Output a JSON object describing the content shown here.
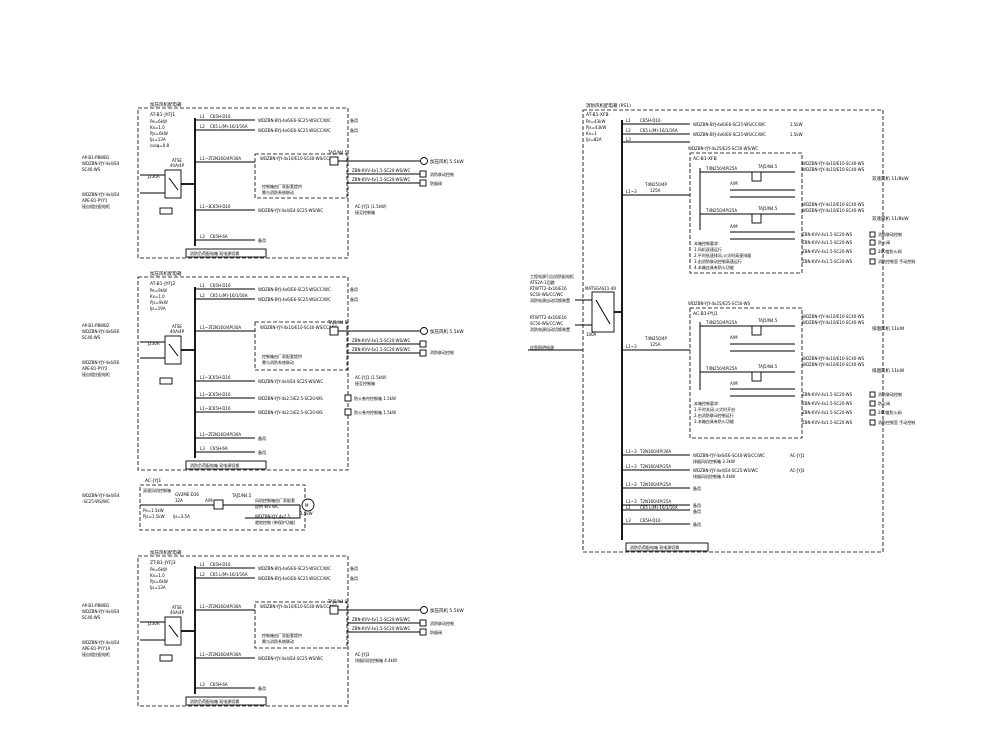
{
  "board1": {
    "title": "加压风机配电箱",
    "panel_id": "AT-B1-JYFJ1",
    "params": [
      "Pe=6kW",
      "Kx=1.0",
      "Pjs=6kW",
      "Ijs=13A",
      "cosφ=0.8"
    ],
    "feeder1": [
      "AP-B1-PBWB1",
      "WDZBN-YJY-4x4/E4",
      "SC40-WS"
    ],
    "feeder2": [
      "WDZBN-YJY-4x4/E4",
      "APE-B1-PYY1",
      "接自相应配电柜"
    ],
    "atse": "ATSE",
    "ats_label": "40A/4P",
    "phases": [
      "L1",
      "L2",
      "L1~3",
      "L1~3",
      "L3"
    ],
    "breakers": [
      "C65H-D16",
      "C65 L(M)-16/1/16A",
      "T2N160/4P/30A",
      "C65H-D16",
      "C65H-6A"
    ],
    "cables": [
      "WDZBN-BYJ-4x6/E6-SC25-WS/CC/WC",
      "WDZBN-BYJ-4x6/E6-SC25-WS/CC/WC",
      "WDZBN-YJY-4x10/E10-SC40-WS/CC/WC",
      "WDZBN-YJY-4x4/E4-SC25-WS/WC",
      ""
    ],
    "fan": "加压风机 5.5kW",
    "ctrl_a": "ZBN-KVV-4x1.5-SC20-WS/WC",
    "ctrl_b": "ZBN-KVV-4x1.5-SC20-WS/WC",
    "ctrl_a_dest": "消防联动控制",
    "ctrl_b_dest": "防烟阀",
    "remote_box": "AC-JYJ1 (1.5kW)",
    "remote_note": "接至控制箱",
    "spare": "备用",
    "footer": "消防负荷配电箱 双电源切换",
    "ctl_note": [
      "控制箱由厂家配套提供",
      "需与消防系统联动"
    ],
    "isolator": "J230A",
    "breaker_link": "TAJ5/N4.5"
  },
  "board2": {
    "title": "加压风机配电箱",
    "panel_id": "AT-B1-JYFJ2",
    "params": [
      "Pe=9kW",
      "Kx=1.0",
      "Pjs=9kW",
      "Ijs=19A"
    ],
    "feeder1": [
      "AP-B1-PBWB2",
      "WDZBN-YJY-4x6/E6",
      "SC40-WS"
    ],
    "feeder2": [
      "WDZBN-YJY-4x6/E6",
      "APE-B1-PYY2",
      "接自相应配电柜"
    ],
    "atse": "ATSE",
    "ats_label": "40A/4P",
    "phases": [
      "L1",
      "L2",
      "L1~3",
      "L1~3",
      "L1~3",
      "L1~3",
      "L1~3",
      "L3"
    ],
    "breakers": [
      "C65H-D16",
      "C65 L(M)-16/1/16A",
      "T2N160/4P/30A",
      "C65H-D16",
      "C65H-D16",
      "C65H-D16",
      "T2N160/4P/30A",
      "C65H-6A"
    ],
    "cables": [
      "WDZBN-BYJ-4x6/E6-SC25-WS/CC/WC",
      "WDZBN-BYJ-4x6/E6-SC25-WS/CC/WC",
      "WDZBN-YJY-4x10/E10-SC40-WS/CC/WC",
      "WDZBN-YJY-4x4/E4-SC25-WS/WC",
      "WDZBN-YJY-4x2.5/E2.5-SC20-WS",
      "",
      "",
      ""
    ],
    "fan": "加压风机 5.5kW",
    "ctrl_a": "ZBN-KVV-4x1.5-SC20-WS/WC",
    "ctrl_b": "ZBN-KVV-4x1.5-SC20-WS/WC",
    "ctrl_a_dest": "消防联动控制",
    "remote_box": "AC-JYJ1 (1.5kW)",
    "remote_note": "接至控制箱",
    "small_loads": [
      "防火卷帘控制箱 1.5kW",
      "防火卷帘控制箱 1.5kW"
    ],
    "spare": "备用",
    "footer": "消防负荷配电箱 双电源切换",
    "ctl_note": [
      "控制箱由厂家配套提供",
      "需与消防系统联动"
    ],
    "isolator": "J230A",
    "breaker_link": "TAJ5/N4.5"
  },
  "ctrlbox": {
    "id": "AC-JYJ1",
    "title": "双速风机控制箱",
    "breaker": "GV2ME-D16",
    "rating": "32A",
    "params": [
      "Pe=1.5kW",
      "Pjs=1.5kW",
      "Ijs=3.5A"
    ],
    "feed": [
      "WDZBN-YJY-4x4/E4",
      "-SC25-WS/WC"
    ],
    "am": "A/M",
    "contactor": "TAJ5/N4.5",
    "motor": "1.5kW",
    "motor_tag": "M",
    "out_note": [
      "风机控制箱由厂家配套",
      "提供 WS WC"
    ],
    "out_cable": "WDZBN-YJY 4x2.5",
    "out_note2": "就地控制 (带保护功能)"
  },
  "board3": {
    "title": "加压风机配电箱",
    "panel_id": "ZT-B1-JYFJ3",
    "params": [
      "Pe=6kW",
      "Kx=1.0",
      "Pjs=6kW",
      "Ijs=13A"
    ],
    "feeder1": [
      "AP-B1-PBWB1",
      "WDZBN-YJY-4x4/E4",
      "SC40-WS"
    ],
    "feeder2": [
      "WDZBN-YJY-4x4/E4",
      "APE-B1-PYY1A",
      "接自相应配电柜"
    ],
    "atse": "ATSE",
    "ats_label": "40A/4P",
    "phases": [
      "L1",
      "L2",
      "L1~3",
      "L1~3",
      "L3"
    ],
    "breakers": [
      "C65H-D16",
      "C65 L(M)-16/1/16A",
      "T2N160/4P/30A",
      "T2N160/4P/30A",
      "C65H-6A"
    ],
    "cables": [
      "WDZBN-BYJ-4x6/E6-SC25-WS/CC/WC",
      "WDZBN-BYJ-4x6/E6-SC25-WS/CC/WC",
      "WDZBN-YJY-4x10/E10-SC40-WS/CC/WC",
      "WDZBN-YJY-4x4/E4-SC25-WS/WC",
      ""
    ],
    "fan": "加压风机 5.5kW",
    "ctrl_a": "ZBN-KVV-4x1.5-SC20-WS/WC",
    "ctrl_b": "ZBN-KVV-4x1.5-SC20-WS/WC",
    "ctrl_a_dest": "消防联动控制",
    "ctrl_b_dest": "防烟阀",
    "remote_box": "AC-JYJ3",
    "remote_note": "排烟风机控制箱 4.4kW",
    "spare": "备用",
    "footer": "消防负荷配电箱 双电源切换",
    "ctl_note": [
      "控制箱由厂家配套提供",
      "需与消防系统联动"
    ],
    "isolator": "J230A",
    "breaker_link": "TAJ5/N4.5"
  },
  "board4": {
    "title": "消防风机配电箱 (PS1)",
    "panel_id": "AT-B1-XFB",
    "params": [
      "Pe=43kW",
      "Pjs=43kW",
      "Kx=1",
      "Ijs=82A"
    ],
    "feeder": [
      "工程电源引自消防配电柜",
      "ATS2A-1回路",
      "RTWTT2-4x16/E16",
      "SC50-WS/CC/WC",
      "消防电源自动切换装置"
    ],
    "feeder2": [
      "RTWTT2-4x16/E16",
      "SC50-WS/CC/WC",
      "消防电源自动切换装置",
      "应急照明电源"
    ],
    "ats_model": "MATSGAS11-4R",
    "ats_rating": "100A",
    "top_phases": [
      "L1",
      "L2",
      "L3"
    ],
    "top_breakers": [
      "C65H-D16",
      "C65 L(M)-16/1/16A"
    ],
    "top_cables": [
      "WDZBN-BYJ-4x6/E6-SC25-WS/CC/WC",
      "WDZBN-BYJ-4x6/E6-SC25-WS/CC/WC"
    ],
    "top_loads": [
      "1.5kW",
      "1.5kW"
    ],
    "sub1": {
      "head": "WDZBN-YJY-4x25/E25-SC50-WS/WC",
      "id": "AC-B1-XFB",
      "feed_breaker": "T4N250/4P",
      "feed_rating": "125A",
      "branch_breakers": [
        "T4N250/4P/25A",
        "T4N250/4P/25A"
      ],
      "contactor": "TAJ5/N4.5",
      "cables": [
        "WDZBN-YJY-4x10/E10-SC40-WS",
        "WDZBN-YJY-4x10/E10-SC40-WS",
        "WDZBN-YJY-4x10/E10-SC40-WS",
        "WDZBN-YJY-4x10/E10-SC40-WS"
      ],
      "fan_loads": [
        "双速风机 11/8kW",
        "双速风机 11/8kW"
      ],
      "ctrl_cables": [
        "ZBN-KVV-4x1.5-SC20-WS",
        "ZBN-KVV-4x1.5-SC20-WS",
        "ZBN-KVV-4x1.5-SC20-WS",
        "ZBN-KVV-4x1.5-SC20-WS"
      ],
      "ctrl_dests": [
        "消防联动控制",
        "防火阀",
        "280度防火阀",
        "消防控制室 手动控制"
      ],
      "notes": [
        "本箱控制要求:",
        "1.风机双速运行",
        "2.平时低速排风,火灾时高速排烟",
        "3.由消防联动控制高速运行",
        "4.本箱应具有防火功能"
      ],
      "am": "A/M"
    },
    "sub2": {
      "head": "WDZBN-YJY-4x25/E25-SC50-WS",
      "id": "AC-B1-PYJ1",
      "feed_breaker": "T4N250/4P",
      "feed_rating": "125A",
      "branch_breakers": [
        "T4N250/4P/25A",
        "T4N250/4P/25A"
      ],
      "contactor": "TAJ5/N4.5",
      "cables": [
        "WDZBN-YJY-4x10/E10-SC40-WS",
        "WDZBN-YJY-4x10/E10-SC40-WS",
        "WDZBN-YJY-4x10/E10-SC40-WS",
        "WDZBN-YJY-4x10/E10-SC40-WS"
      ],
      "fan_loads": [
        "排烟风机 11kW",
        "排烟风机 11kW"
      ],
      "ctrl_cables": [
        "ZBN-KVV-4x1.5-SC20-WS",
        "ZBN-KVV-4x1.5-SC20-WS",
        "ZBN-KVV-4x1.5-SC20-WS",
        "ZBN-KVV-4x1.5-SC20-WS"
      ],
      "ctrl_dests": [
        "消防联动控制",
        "防火阀",
        "280度防火阀",
        "消防控制室 手动控制"
      ],
      "notes": [
        "本箱控制要求:",
        "1.平时关闭,火灾时开启",
        "2.由消防联动控制运行",
        "3.本箱应具有防火功能"
      ],
      "am": "A/M"
    },
    "bottom_phases": [
      "L1~3",
      "L1~3",
      "L1~3",
      "L1~3",
      "L1",
      "L3"
    ],
    "bottom_breakers": [
      "T2N160/4P/30A",
      "T2N160/4P/25A",
      "T2N160/4P/25A",
      "T2N160/4P/25A",
      "C65 L(M)-16/1/16A",
      "C65H-D16"
    ],
    "bottom_cables": [
      "WDZBN-YJY-4x6/E6-SC40-WS/CC/WC",
      "WDZBN-YJY-4x4/E4-SC25-WS/WC",
      "",
      "",
      "",
      ""
    ],
    "bottom_loads": [
      "AC-JYJ1",
      "AC-JYJ3",
      "备用",
      "备用",
      "备用",
      "备用"
    ],
    "bottom_load_notes": [
      "排烟风机控制箱 3.3kW",
      "排烟风机控制箱 4.4kW"
    ],
    "footer": "消防负荷配电箱 双电源切换"
  }
}
